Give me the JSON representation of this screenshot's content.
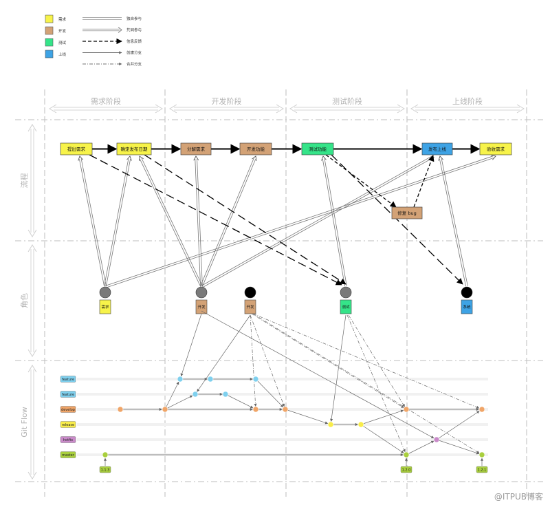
{
  "legend": {
    "roles": [
      {
        "label": "需求",
        "color": "#f7f34a"
      },
      {
        "label": "开发",
        "color": "#d3a276"
      },
      {
        "label": "测试",
        "color": "#35e489"
      },
      {
        "label": "上线",
        "color": "#3ea3e5"
      }
    ],
    "lines": [
      {
        "label": "独自参与",
        "style": "double"
      },
      {
        "label": "共同参与",
        "style": "double-arrow"
      },
      {
        "label": "信息反馈",
        "style": "dashed-arrow"
      },
      {
        "label": "创建分支",
        "style": "solid-arrow"
      },
      {
        "label": "合并分支",
        "style": "dashdot-arrow"
      }
    ]
  },
  "phases": [
    "需求阶段",
    "开发阶段",
    "测试阶段",
    "上线阶段"
  ],
  "rows": {
    "process": "流程",
    "role": "角色",
    "gitflow": "Git Flow"
  },
  "process_nodes": [
    {
      "id": "tichu",
      "label": "提出需求",
      "role": "需求"
    },
    {
      "id": "queding",
      "label": "确定发布日期",
      "role": "需求"
    },
    {
      "id": "fenjie",
      "label": "分解需求",
      "role": "开发"
    },
    {
      "id": "kaifa",
      "label": "开发功能",
      "role": "开发"
    },
    {
      "id": "ceshi",
      "label": "测试功能",
      "role": "测试"
    },
    {
      "id": "fabu",
      "label": "发布上线",
      "role": "上线"
    },
    {
      "id": "yanshou",
      "label": "验收需求",
      "role": "需求"
    },
    {
      "id": "bug",
      "label": "修复 bug",
      "role": "开发"
    }
  ],
  "roles": [
    {
      "id": "r-xuqiu",
      "label": "需求",
      "role": "需求",
      "head": "#7a7a7a"
    },
    {
      "id": "r-kaifa1",
      "label": "开发",
      "role": "开发",
      "head": "#7a7a7a"
    },
    {
      "id": "r-kaifa2",
      "label": "开发",
      "role": "开发",
      "head": "#000000"
    },
    {
      "id": "r-ceshi",
      "label": "测试",
      "role": "测试",
      "head": "#7a7a7a"
    },
    {
      "id": "r-xitong",
      "label": "系统",
      "role": "上线",
      "head": "#000000"
    }
  ],
  "branches": [
    {
      "label": "feature",
      "color": "#7fd0ee"
    },
    {
      "label": "feature",
      "color": "#7fd0ee"
    },
    {
      "label": "develop",
      "color": "#f0a568"
    },
    {
      "label": "release",
      "color": "#f8ec4a"
    },
    {
      "label": "hotfix",
      "color": "#c98ac9"
    },
    {
      "label": "master",
      "color": "#a9cf3e"
    }
  ],
  "tags": [
    "1.1.3",
    "1.2.0",
    "1.2.1"
  ],
  "watermark": "@ITPUB博客"
}
